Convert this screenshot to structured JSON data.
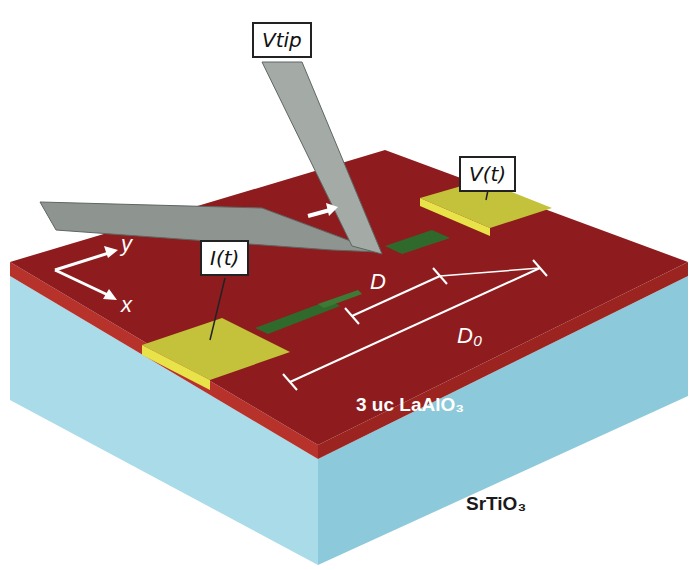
{
  "diagram": {
    "nodes": [
      {
        "text": [
          "Vtip"
        ]
      },
      {
        "text": [
          "V(t)"
        ]
      },
      {
        "text": [
          "I(t)"
        ]
      }
    ],
    "labels": [
      "y",
      "x",
      "D",
      "D₀",
      "3 uc LaAlO₃",
      "SrTiO₃"
    ]
  }
}
